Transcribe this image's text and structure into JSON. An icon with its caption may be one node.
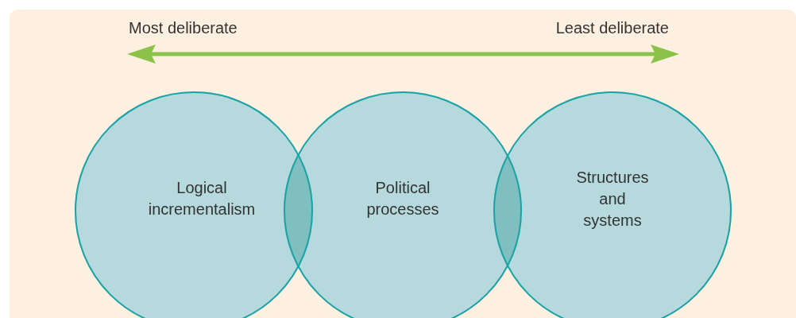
{
  "diagram": {
    "nodes": [
      {
        "text": [
          "Logical incrementalism"
        ]
      },
      {
        "text": [
          "Political processes"
        ]
      },
      {
        "text": [
          "Structures and systems"
        ]
      }
    ],
    "labels": [
      "Most deliberate",
      "Least deliberate"
    ]
  }
}
